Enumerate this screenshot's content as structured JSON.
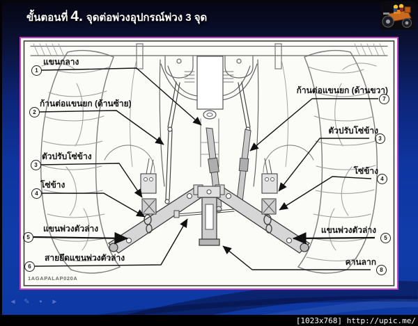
{
  "header": {
    "title_prefix": "ขั้นตอนที่",
    "title_number": "4.",
    "title_suffix": "จุดต่อพ่วงอุปกรณ์พ่วง 3 จุด"
  },
  "diagram": {
    "figure_code": "1AGAPALAP020A",
    "labels_left": [
      {
        "num": "1",
        "text": "แขนกลาง"
      },
      {
        "num": "2",
        "text": "ก้านต่อแขนยก (ด้านซ้าย)"
      },
      {
        "num": "3",
        "text": "ตัวปรับโซ่ข้าง"
      },
      {
        "num": "4",
        "text": "โซ่ข้าง"
      },
      {
        "num": "5",
        "text": "แขนพ่วงตัวล่าง"
      },
      {
        "num": "6",
        "text": "สายยึดแขนพ่วงตัวล่าง"
      }
    ],
    "labels_right": [
      {
        "num": "7",
        "text": "ก้านต่อแขนยก (ด้านขวา)"
      },
      {
        "num": "3",
        "text": "ตัวปรับโซ่ข้าง"
      },
      {
        "num": "4",
        "text": "โซ่ข้าง"
      },
      {
        "num": "5",
        "text": "แขนพ่วงตัวล่าง"
      },
      {
        "num": "8",
        "text": "คานลาก"
      }
    ]
  },
  "nav": {
    "icons": [
      "left-arrow",
      "pen",
      "square",
      "right-arrow"
    ]
  },
  "footer": {
    "watermark": "[1023x768] http://upic.me/"
  },
  "colors": {
    "background_blue": "#0e3fa9",
    "panel_border_magenta": "#bf3fbf",
    "frame_line": "#3c3c3c",
    "leader_line": "#111111",
    "clipart_orange": "#d2691e"
  }
}
